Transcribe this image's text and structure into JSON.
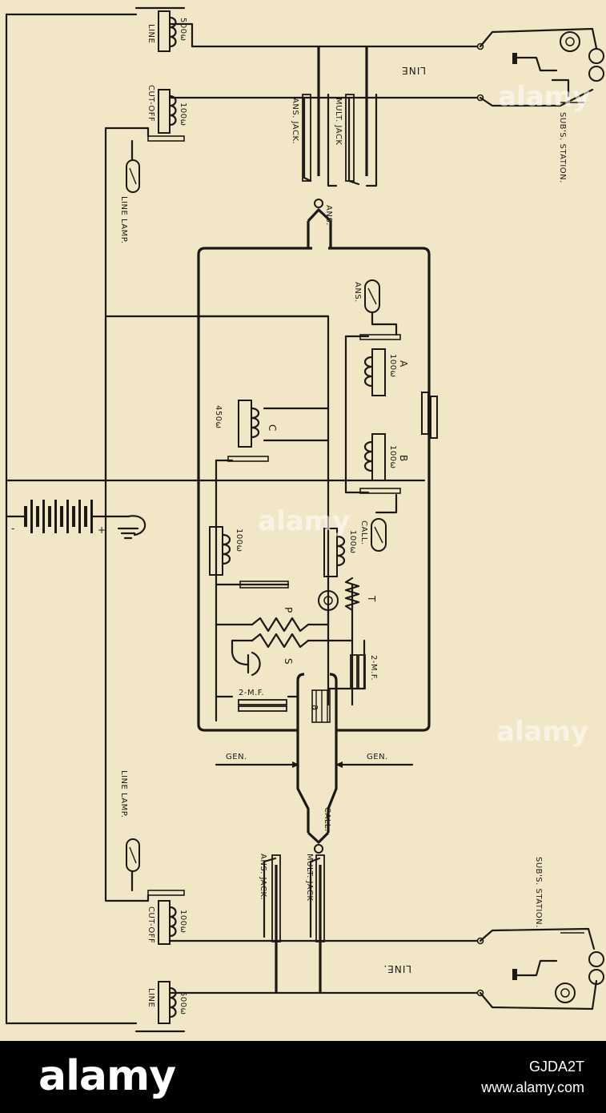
{
  "labels": {
    "line_top": "LINE",
    "line_bottom": "LINE.",
    "subs_station_top": "SUB'S. STATION.",
    "subs_station_bottom": "SUB'S. STATION.",
    "ans_jack": "ANS. JACK.",
    "mult_jack": "MULT. JACK",
    "ans_plug": "ANS.",
    "call_plug": "CALL.",
    "line_lamp": "LINE LAMP.",
    "cut_off": "CUT-OFF",
    "line_relay": "LINE",
    "res_100": "100ω",
    "res_500": "500ω",
    "res_450": "450ω",
    "relay_a": "A",
    "relay_b": "B",
    "relay_c": "C",
    "ans_lamp": "ANS.",
    "call_lamp": "CALL.",
    "cap_2mf": "2-M.F.",
    "label_t": "T",
    "label_p": "P",
    "label_s": "S",
    "label_a": "a",
    "gen": "GEN.",
    "plus": "+",
    "minus": "-"
  },
  "watermark": {
    "text": "alamy",
    "color": "#ffffff"
  },
  "footer": {
    "logo": "alamy",
    "image_id": "GJDA2T",
    "site": "www.alamy.com"
  },
  "colors": {
    "paper": "#f1e6c6",
    "ink": "#1c1914",
    "footer_bg": "#000000"
  }
}
